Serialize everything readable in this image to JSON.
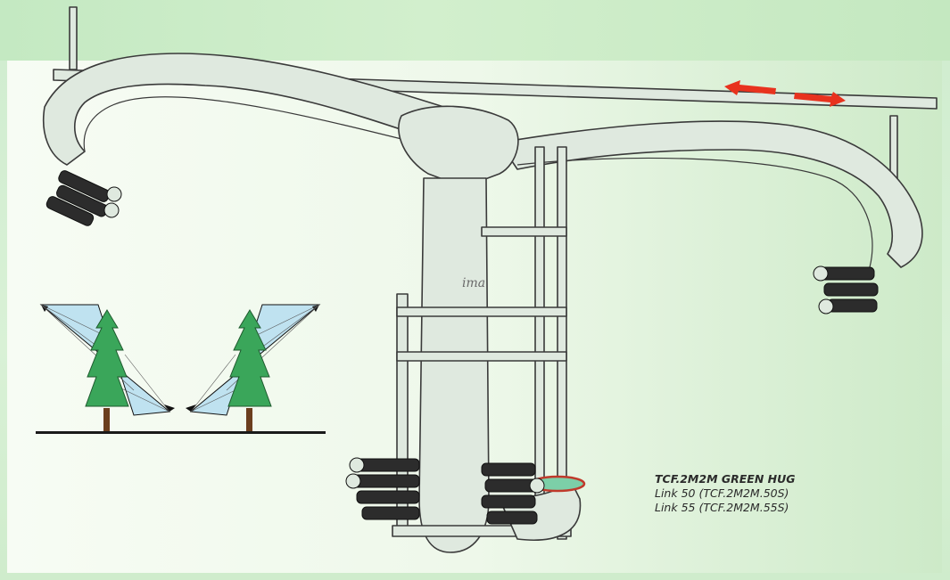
{
  "caption": {
    "title": "TCF.2M2M GREEN HUG",
    "line1": "Link 50 (TCF.2M2M.50S)",
    "line2": "Link 55 (TCF.2M2M.55S)"
  },
  "brand_mark": "ima",
  "colors": {
    "arrow": "#e8321e",
    "machine_fill": "#dfe9df",
    "machine_stroke": "#3a3a3a",
    "tree": "#3aa65a",
    "spray": "#bfe2f0",
    "ground": "#1a1a1a"
  },
  "icons": [
    "left-arrow-icon",
    "right-arrow-icon",
    "tree-icon",
    "spray-nozzle-icon"
  ]
}
